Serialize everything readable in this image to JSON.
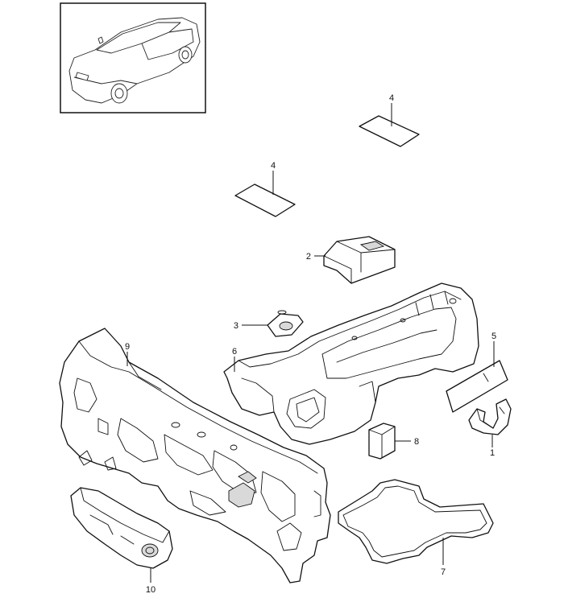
{
  "callouts": {
    "c1": "1",
    "c2": "2",
    "c3": "3",
    "c4a": "4",
    "c4b": "4",
    "c5": "5",
    "c6": "6",
    "c7": "7",
    "c8": "8",
    "c9": "9",
    "c10": "10"
  },
  "colors": {
    "line": "#111111",
    "background": "#ffffff",
    "shade": "#d9d9d9"
  }
}
